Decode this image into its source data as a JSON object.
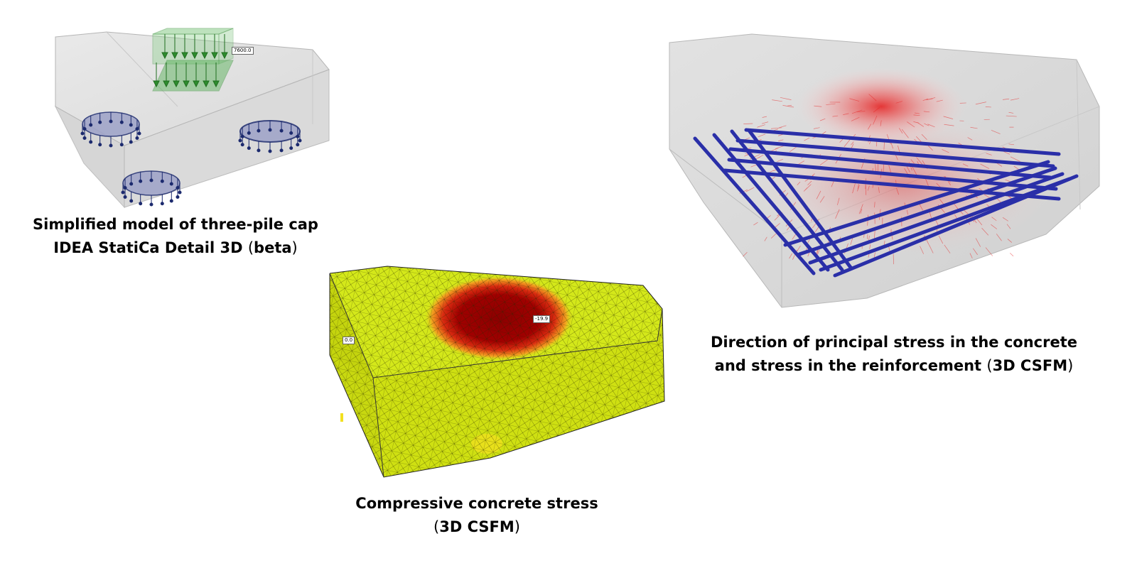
{
  "panels": {
    "model": {
      "caption_line1": "Simplified model of three-pile cap",
      "caption_line2_a": "IDEA StatiCa Detail 3D ",
      "caption_line2_paren_open": "(",
      "caption_line2_b": "beta",
      "caption_line2_paren_close": ")",
      "load_value": "7600.0",
      "colors": {
        "load": "#2e8b2e",
        "support": "#1c2a6e",
        "concrete": "#dcdcdc"
      }
    },
    "stress": {
      "caption_line1": "Compressive concrete stress",
      "caption_line2_paren_open": "(",
      "caption_line2_b": "3D CSFM",
      "caption_line2_paren_close": ")",
      "max_value": "-19.9",
      "min_value": "0.0",
      "colors": {
        "low": "#d4e81a",
        "high": "#8b0000",
        "mesh": "#2a2a00"
      }
    },
    "principal": {
      "caption_line1": "Direction of principal stress in the concrete",
      "caption_line2_a": "and stress in the reinforcement ",
      "caption_line2_paren_open": "(",
      "caption_line2_b": "3D CSFM",
      "caption_line2_paren_close": ")",
      "colors": {
        "rebar": "#2a2fa8",
        "stress": "#e62020"
      }
    }
  }
}
